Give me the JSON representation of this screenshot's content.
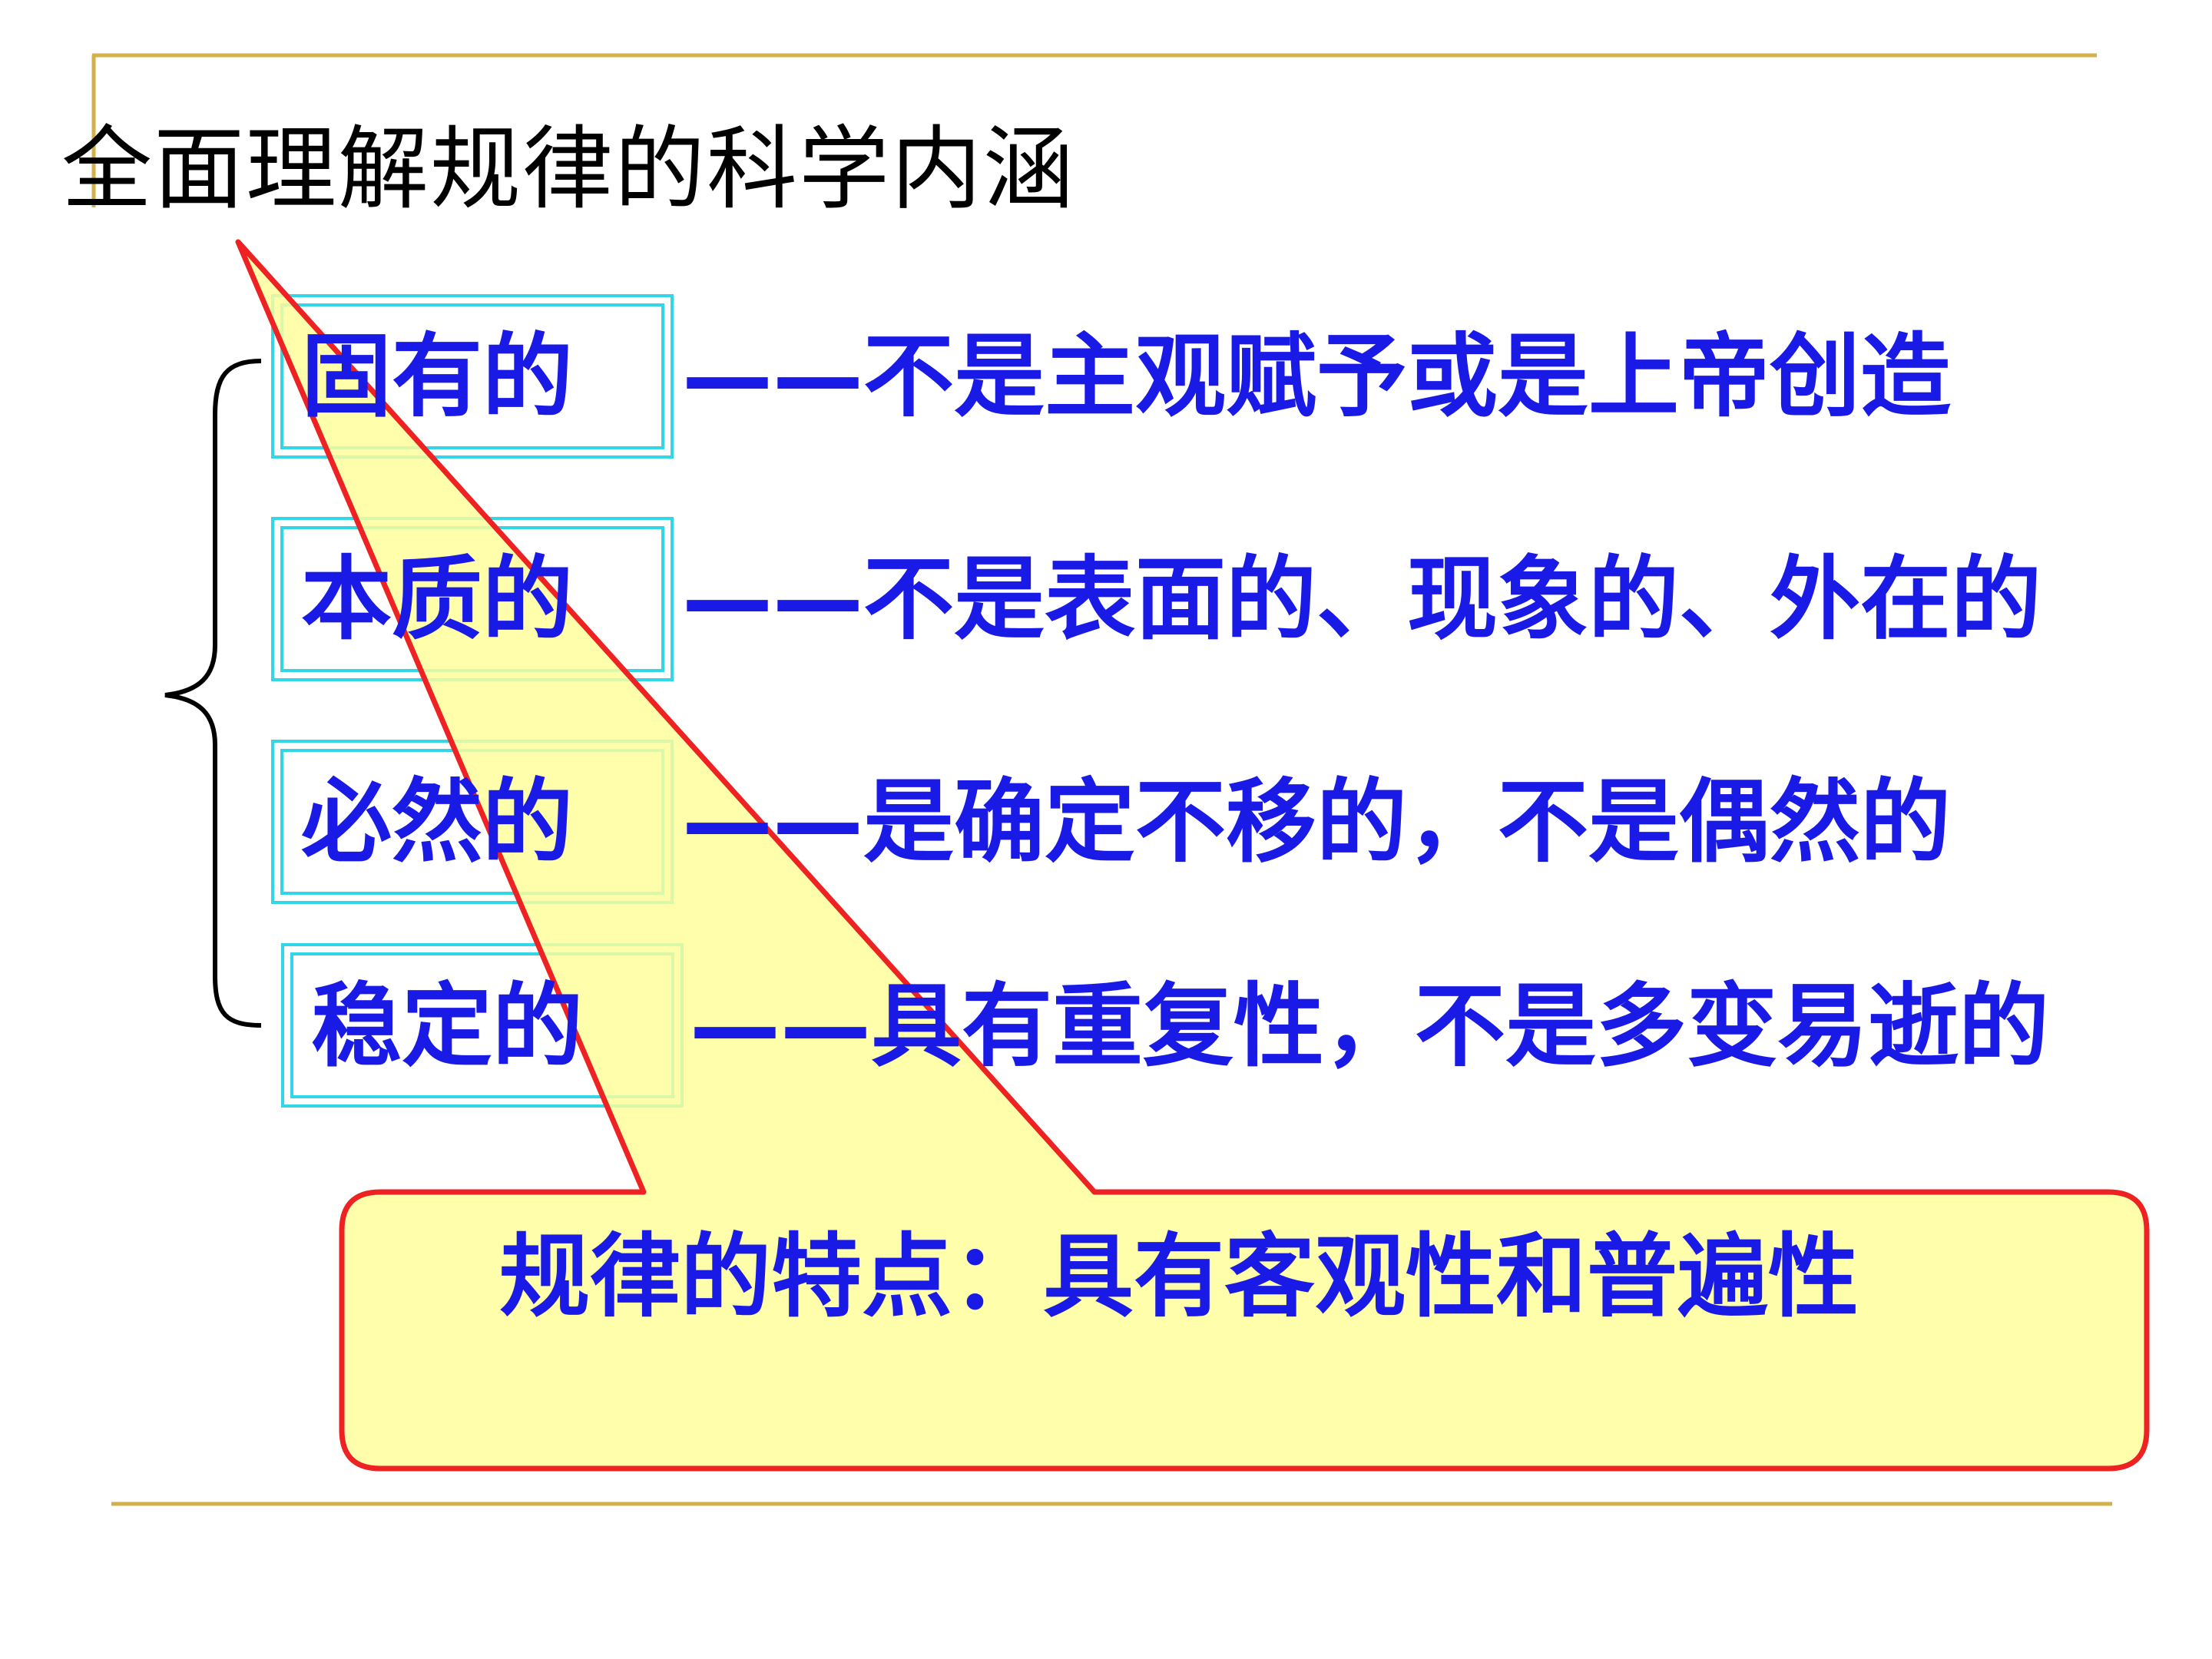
{
  "title": "全面理解规律的科学内涵",
  "items": [
    {
      "term": "固有的",
      "description": "——不是主观赋予或是上帝创造"
    },
    {
      "term": "本质的",
      "description": "——不是表面的、现象的、外在的"
    },
    {
      "term": "必然的",
      "description": "——是确定不移的，不是偶然的"
    },
    {
      "term": "稳定的",
      "description": "——具有重复性，不是多变易逝的"
    }
  ],
  "callout": "规律的特点：具有客观性和普遍性",
  "colors": {
    "text_blue": "#1a1ae6",
    "box_cyan": "#33d6e6",
    "callout_fill": "#ffff99",
    "callout_border": "#ee2222",
    "rule_gold": "#d4b04a"
  }
}
